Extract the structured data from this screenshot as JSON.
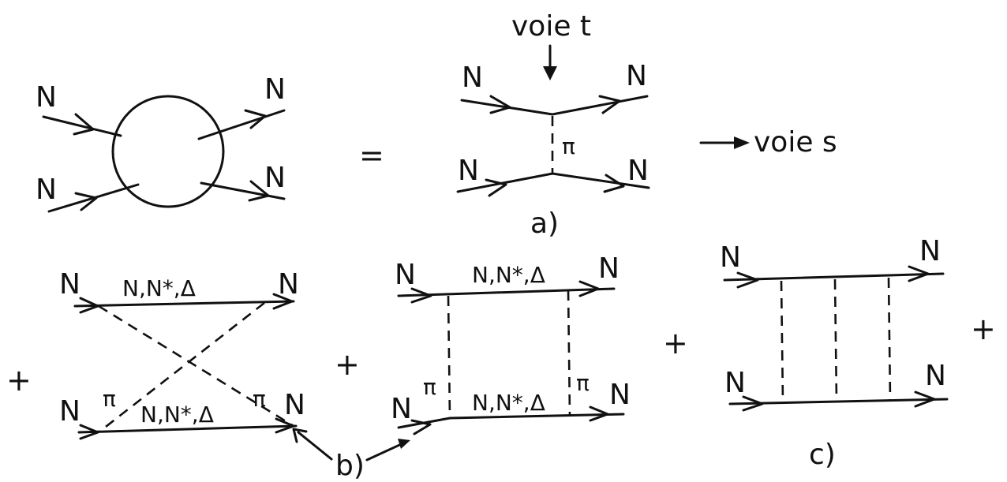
{
  "labels": {
    "nucleon": "N",
    "pion": "π",
    "intermediate": "N,N*,Δ",
    "equals": "=",
    "plus": "+",
    "voie_t": "voie t",
    "voie_s": "voie s",
    "a": "a)",
    "b": "b)",
    "c": "c)"
  }
}
